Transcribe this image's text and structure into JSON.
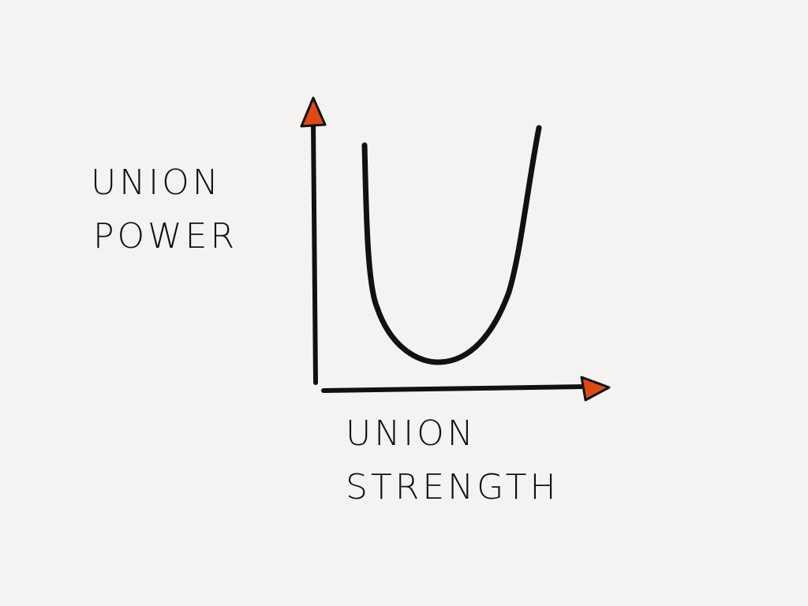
{
  "chart_data": {
    "type": "line",
    "title": "",
    "xlabel": "UNION STRENGTH",
    "ylabel": "UNION POWER",
    "x": [
      0,
      0.1,
      0.2,
      0.3,
      0.4,
      0.5,
      0.6,
      0.7,
      0.8,
      0.9,
      1.0
    ],
    "series": [
      {
        "name": "union power",
        "values": [
          0.95,
          0.55,
          0.25,
          0.08,
          0.02,
          0.0,
          0.05,
          0.2,
          0.45,
          0.75,
          1.0
        ]
      }
    ],
    "grid": false,
    "legend": "none",
    "notes": "Hand-drawn U-shaped curve; no tick marks or numeric labels"
  },
  "labels": {
    "y_line1": "UNION",
    "y_line2": "POWER",
    "x_line1": "UNION",
    "x_line2": "STRENGTH"
  },
  "colors": {
    "background": "#f4f3f1",
    "ink": "#111111",
    "arrow": "#e04a12"
  }
}
